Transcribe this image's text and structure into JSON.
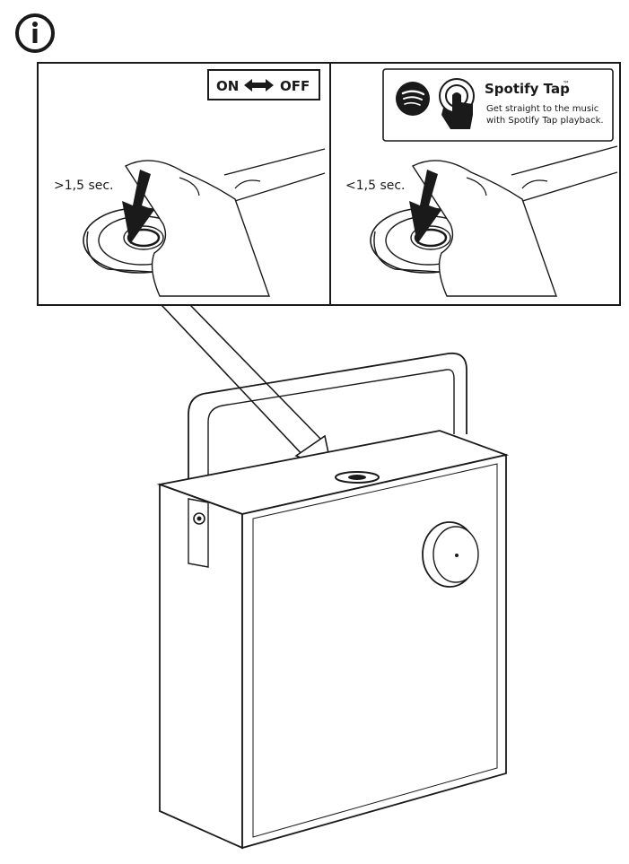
{
  "info_icon": {
    "glyph": "i",
    "name": "info-icon"
  },
  "left_panel": {
    "toggle_on": "ON",
    "toggle_off": "OFF",
    "press_duration": ">1,5 sec."
  },
  "right_panel": {
    "spotify_title": "Spotify Tap",
    "spotify_tm": "™",
    "spotify_line1": "Get straight to the music",
    "spotify_line2": "with Spotify Tap playback.",
    "press_duration": "<1,5 sec."
  },
  "colors": {
    "ink": "#1a1a1a",
    "paper": "#ffffff"
  }
}
